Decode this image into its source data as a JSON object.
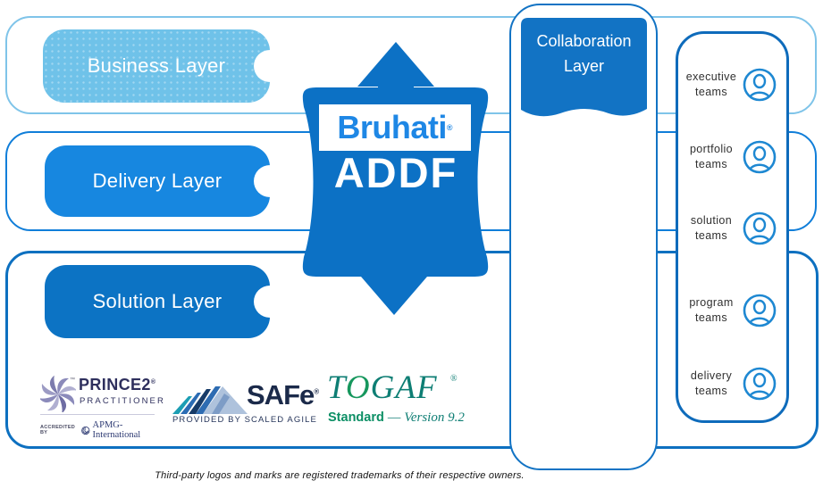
{
  "colors": {
    "business_fill": "#6FC2E9",
    "business_border": "#7FC4E9",
    "delivery_fill": "#1787E0",
    "delivery_border": "#107ED9",
    "solution_fill": "#0C73C4",
    "solution_border": "#0D70C0",
    "badge_fill": "#0C71C5",
    "bruhati_blue": "#1E87E5",
    "collab_fill": "#1273C4",
    "collab_border": "#1273C4",
    "panel_border": "#0E6BBB",
    "icon_stroke": "#1E88D2"
  },
  "layers": [
    {
      "label": "Business Layer"
    },
    {
      "label": "Delivery Layer"
    },
    {
      "label": "Solution Layer"
    }
  ],
  "badge": {
    "brand": "Bruhati",
    "brand_mark": "®",
    "title": "ADDF"
  },
  "collaboration": {
    "line1": "Collaboration",
    "line2": "Layer"
  },
  "teams": [
    {
      "line1": "executive",
      "line2": "teams"
    },
    {
      "line1": "portfolio",
      "line2": "teams"
    },
    {
      "line1": "solution",
      "line2": "teams"
    },
    {
      "line1": "program",
      "line2": "teams"
    },
    {
      "line1": "delivery",
      "line2": "teams"
    }
  ],
  "logos": {
    "prince2": {
      "name": "PRINCE2",
      "reg": "®",
      "tm": "™",
      "subtitle": "PRACTITIONER",
      "accredited_by": "ACCREDITED BY",
      "accreditor": "APMG-International"
    },
    "safe": {
      "name": "SAFe",
      "reg": "®",
      "subtitle": "PROVIDED BY SCALED AGILE"
    },
    "togaf": {
      "name_t": "T",
      "name_o": "O",
      "name_gaf": "GAF",
      "reg": "®",
      "line2_prefix": "Standard",
      "line2_dash": "—",
      "line2_version": "Version 9.2"
    }
  },
  "footer": {
    "disclaimer": "Third-party logos and marks are registered trademarks of their respective owners."
  }
}
